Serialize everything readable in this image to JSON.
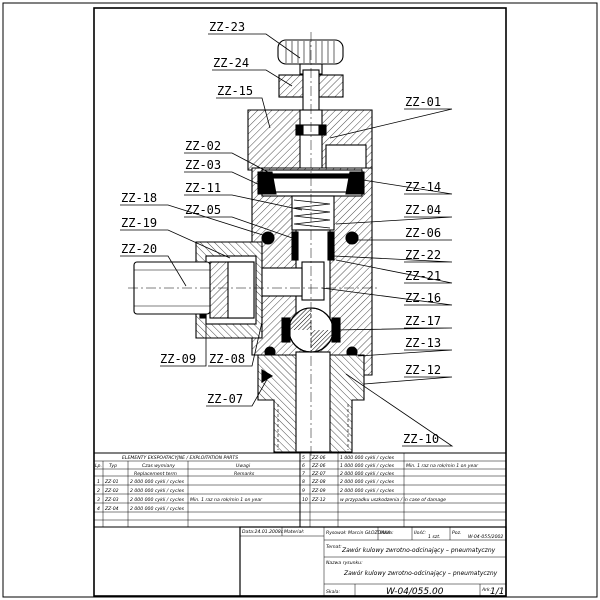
{
  "labels": {
    "zz23": "ZZ-23",
    "zz24": "ZZ-24",
    "zz15": "ZZ-15",
    "zz01": "ZZ-01",
    "zz02": "ZZ-02",
    "zz03": "ZZ-03",
    "zz11": "ZZ-11",
    "zz14": "ZZ-14",
    "zz18": "ZZ-18",
    "zz05": "ZZ-05",
    "zz04": "ZZ-04",
    "zz19": "ZZ-19",
    "zz06": "ZZ-06",
    "zz20": "ZZ-20",
    "zz22": "ZZ-22",
    "zz21": "ZZ-21",
    "zz16": "ZZ-16",
    "zz17": "ZZ-17",
    "zz13": "ZZ-13",
    "zz09": "ZZ-09",
    "zz08": "ZZ-08",
    "zz12": "ZZ-12",
    "zz07": "ZZ-07",
    "zz10": "ZZ-10"
  },
  "parts_table": {
    "title": "ELEMENTY EKSPOATACYJNE / EXPLOITATION PARTS",
    "headers": {
      "lp": "Lp.",
      "typ": "Typ",
      "czas_pl": "Czas wymiany",
      "czas_en": "Replacement term",
      "uwagi_pl": "Uwagi",
      "uwagi_en": "Remarks"
    },
    "left_rows": [
      {
        "lp": "1",
        "typ": "ZZ-01",
        "czas": "2 000 000 cykli / cycles",
        "uwagi": ""
      },
      {
        "lp": "2",
        "typ": "ZZ-02",
        "czas": "2 000 000 cykli / cycles",
        "uwagi": ""
      },
      {
        "lp": "3",
        "typ": "ZZ-03",
        "czas": "2 000 000 cykli / cycles",
        "uwagi": "Min. 1 raz na rok/min 1 on year"
      },
      {
        "lp": "4",
        "typ": "ZZ-04",
        "czas": "2 000 000 cykli / cycles",
        "uwagi": ""
      }
    ],
    "right_rows": [
      {
        "lp": "5",
        "typ": "ZZ-06",
        "czas": "1 000 000 cykli / cycles",
        "uwagi": ""
      },
      {
        "lp": "6",
        "typ": "ZZ-06",
        "czas": "1 000 000 cykli / cycles",
        "uwagi": "Min. 1 raz na rok/min 1 on year"
      },
      {
        "lp": "7",
        "typ": "ZZ-07",
        "czas": "2 000 000 cykli / cycles",
        "uwagi": ""
      },
      {
        "lp": "8",
        "typ": "ZZ-08",
        "czas": "2 000 000 cykli / cycles",
        "uwagi": ""
      },
      {
        "lp": "9",
        "typ": "ZZ-09",
        "czas": "2 000 000 cykli / cycles",
        "uwagi": ""
      },
      {
        "lp": "10",
        "typ": "ZZ-12",
        "czas": "w przypadku uszkodzenia / in case of damage",
        "uwagi": ""
      }
    ]
  },
  "title_block": {
    "date": "Data:24.01.2008r.",
    "material": "Materiał:",
    "designer": "Rysował: Marcin GŁOZDAKA",
    "pos_label": "Poz.",
    "doc_no": "W-04-055/2002",
    "topic_label": "Temat:",
    "topic": "Zawór kulowy zwrotno-odcinający – pneumatyczny",
    "name_label": "Nazwa rysunku:",
    "name": "Zawór kulowy zwrotno-odcinający – pneumatyczny",
    "scale_label": "Skala:",
    "sheet_label": "Ark.",
    "sheet": "1/1",
    "drawing_no": "W-04/055.00",
    "mass_label": "Masa:",
    "count_label": "Ilość:",
    "count": "1 szt."
  }
}
